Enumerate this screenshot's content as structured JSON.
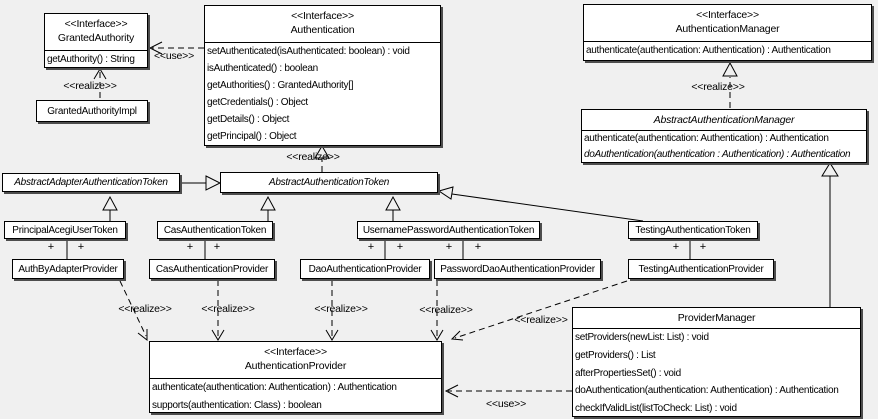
{
  "labels": {
    "use": "&lt;&lt;use&gt;&gt;",
    "realize": "&lt;&lt;realize&gt;&gt;",
    "plus": "+"
  },
  "labels_plain": {
    "use": "<<use>>",
    "realize": "<<realize>>",
    "plus": "+"
  },
  "colors": {
    "background": "#f0f0f0",
    "box_fill": "#ffffff",
    "line": "#000000",
    "shadow": "#4d4d4d"
  },
  "classes": {
    "granted_authority": {
      "stereotype": "<<Interface>>",
      "name": "GrantedAuthority",
      "methods": [
        "getAuthority() : String"
      ]
    },
    "granted_authority_impl": {
      "name": "GrantedAuthorityImpl"
    },
    "authentication": {
      "stereotype": "<<Interface>>",
      "name": "Authentication",
      "methods": [
        "setAuthenticated(isAuthenticated: boolean) : void",
        "isAuthenticated() : boolean",
        "getAuthorities() : GrantedAuthority[]",
        "getCredentials() : Object",
        "getDetails() : Object",
        "getPrincipal() : Object"
      ]
    },
    "authentication_manager": {
      "stereotype": "<<Interface>>",
      "name": "AuthenticationManager",
      "methods": [
        "authenticate(authentication: Authentication) : Authentication"
      ]
    },
    "abstract_authentication_manager": {
      "name": "AbstractAuthenticationManager",
      "methods": [
        "authenticate(authentication: Authentication) : Authentication",
        "doAuthentication(authentication : Authentication) : Authentication"
      ]
    },
    "abstract_adapter_authentication_token": {
      "name": "AbstractAdapterAuthenticationToken"
    },
    "abstract_authentication_token": {
      "name": "AbstractAuthenticationToken"
    },
    "principal_acegi_user_token": {
      "name": "PrincipalAcegiUserToken"
    },
    "cas_authentication_token": {
      "name": "CasAuthenticationToken"
    },
    "username_password_authentication_token": {
      "name": "UsernamePasswordAuthenticationToken"
    },
    "testing_authentication_token": {
      "name": "TestingAuthenticationToken"
    },
    "auth_by_adapter_provider": {
      "name": "AuthByAdapterProvider"
    },
    "cas_authentication_provider": {
      "name": "CasAuthenticationProvider"
    },
    "dao_authentication_provider": {
      "name": "DaoAuthenticationProvider"
    },
    "password_dao_authentication_provider": {
      "name": "PasswordDaoAuthenticationProvider"
    },
    "testing_authentication_provider": {
      "name": "TestingAuthenticationProvider"
    },
    "authentication_provider": {
      "stereotype": "<<Interface>>",
      "name": "AuthenticationProvider",
      "methods": [
        "authenticate(authentication: Authentication) : Authentication",
        "supports(authentication: Class) : boolean"
      ]
    },
    "provider_manager": {
      "name": "ProviderManager",
      "methods": [
        "setProviders(newList: List) : void",
        "getProviders() : List",
        "afterPropertiesSet() : void",
        "doAuthentication(authentication: Authentication) : Authentication",
        "checkIfValidList(listToCheck: List) : void"
      ]
    }
  }
}
